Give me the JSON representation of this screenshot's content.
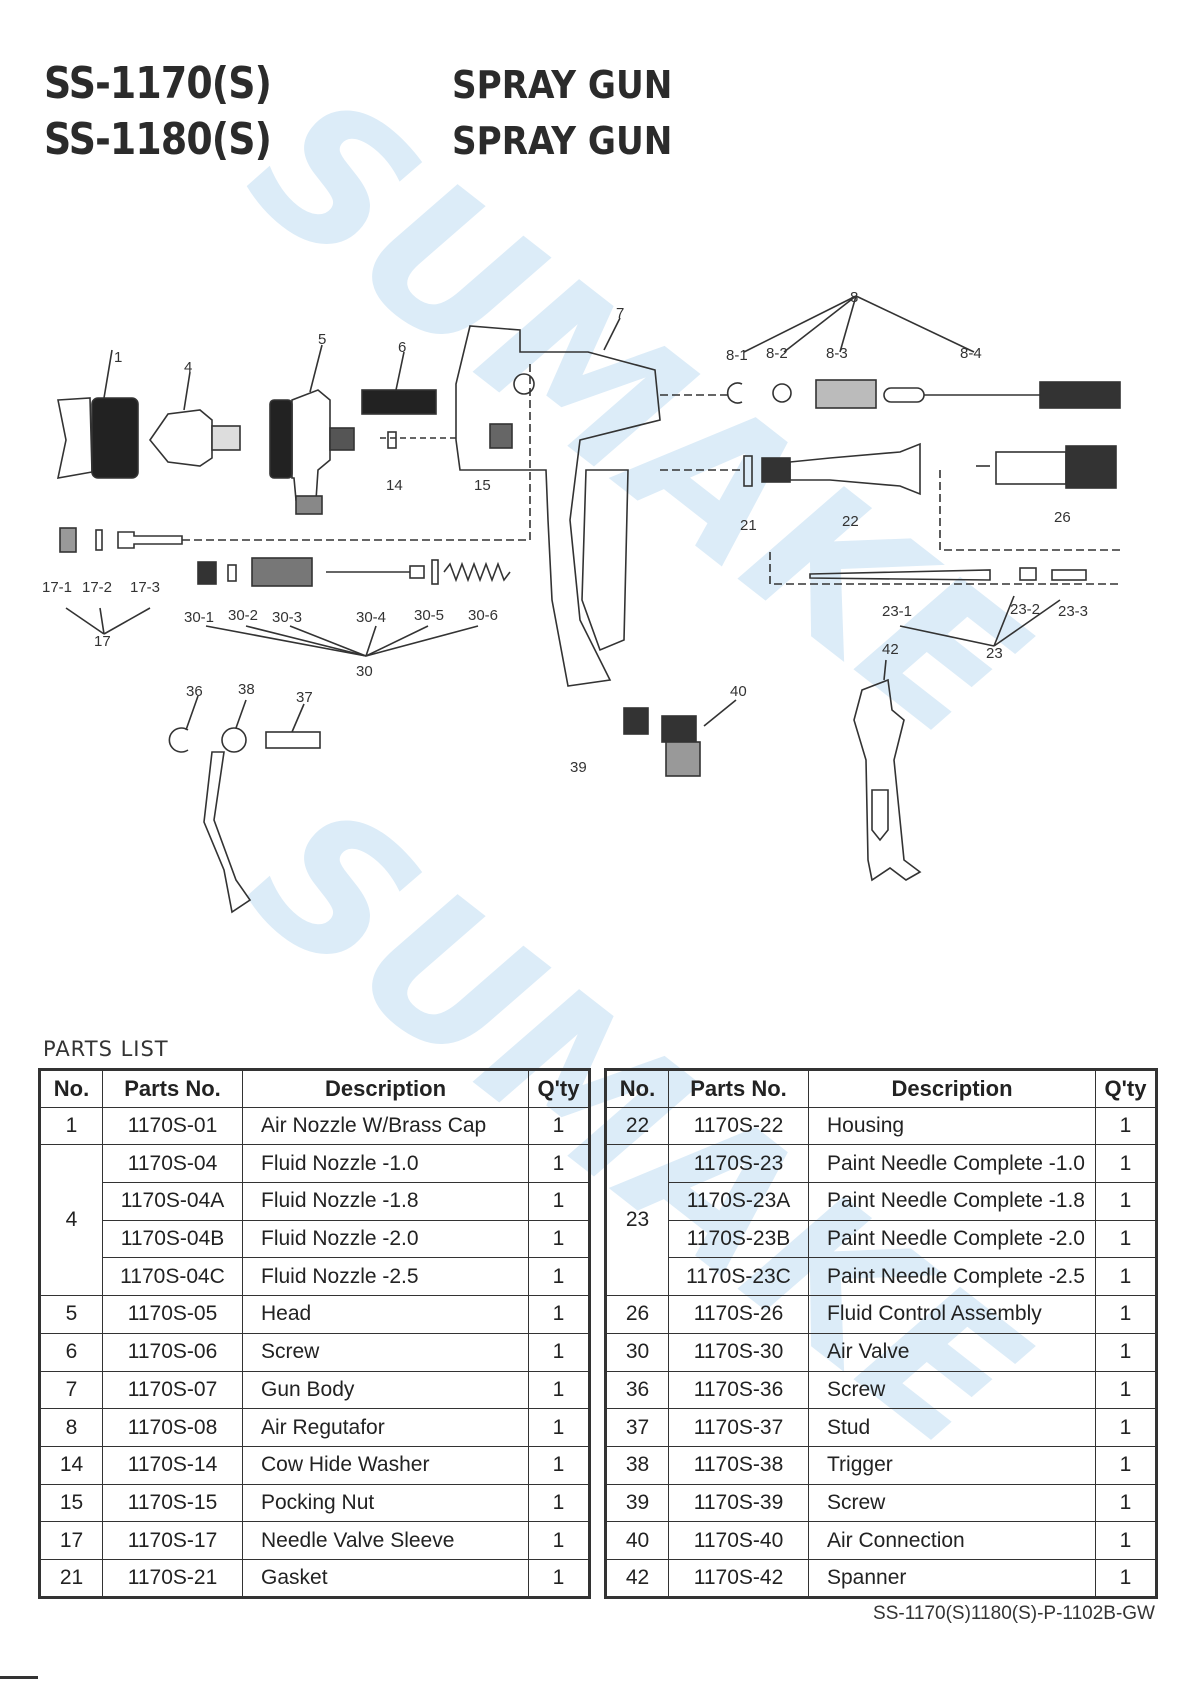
{
  "header": {
    "model_1": "SS-1170(S)",
    "model_2": "SS-1180(S)",
    "title_1": "SPRAY GUN",
    "title_2": "SPRAY GUN"
  },
  "watermark": {
    "text": "SUMAKE",
    "color": "#dcecf8"
  },
  "diagram": {
    "callouts": {
      "c1": "1",
      "c4": "4",
      "c5": "5",
      "c6": "6",
      "c7": "7",
      "c8": "8",
      "c8_1": "8-1",
      "c8_2": "8-2",
      "c8_3": "8-3",
      "c8_4": "8-4",
      "c14": "14",
      "c15": "15",
      "c21": "21",
      "c22": "22",
      "c26": "26",
      "c17_1": "17-1",
      "c17_2": "17-2",
      "c17_3": "17-3",
      "c17": "17",
      "c30_1": "30-1",
      "c30_2": "30-2",
      "c30_3": "30-3",
      "c30_4": "30-4",
      "c30_5": "30-5",
      "c30_6": "30-6",
      "c30": "30",
      "c23_1": "23-1",
      "c23_2": "23-2",
      "c23_3": "23-3",
      "c23": "23",
      "c42": "42",
      "c36": "36",
      "c38": "38",
      "c37": "37",
      "c39": "39",
      "c40": "40"
    }
  },
  "parts_list": {
    "heading": "PARTS LIST",
    "columns": [
      "No.",
      "Parts No.",
      "Description",
      "Q'ty"
    ],
    "left": [
      {
        "no": "1",
        "part": "1170S-01",
        "desc": "Air Nozzle W/Brass Cap",
        "qty": "1"
      },
      {
        "no": "4",
        "part": "1170S-04",
        "desc": "Fluid Nozzle -1.0",
        "qty": "1"
      },
      {
        "no": "",
        "part": "1170S-04A",
        "desc": "Fluid Nozzle -1.8",
        "qty": "1"
      },
      {
        "no": "",
        "part": "1170S-04B",
        "desc": "Fluid Nozzle -2.0",
        "qty": "1"
      },
      {
        "no": "",
        "part": "1170S-04C",
        "desc": "Fluid Nozzle -2.5",
        "qty": "1"
      },
      {
        "no": "5",
        "part": "1170S-05",
        "desc": "Head",
        "qty": "1"
      },
      {
        "no": "6",
        "part": "1170S-06",
        "desc": "Screw",
        "qty": "1"
      },
      {
        "no": "7",
        "part": "1170S-07",
        "desc": "Gun Body",
        "qty": "1"
      },
      {
        "no": "8",
        "part": "1170S-08",
        "desc": "Air Regutafor",
        "qty": "1"
      },
      {
        "no": "14",
        "part": "1170S-14",
        "desc": "Cow Hide Washer",
        "qty": "1"
      },
      {
        "no": "15",
        "part": "1170S-15",
        "desc": "Pocking Nut",
        "qty": "1"
      },
      {
        "no": "17",
        "part": "1170S-17",
        "desc": "Needle Valve Sleeve",
        "qty": "1"
      },
      {
        "no": "21",
        "part": "1170S-21",
        "desc": "Gasket",
        "qty": "1"
      }
    ],
    "right": [
      {
        "no": "22",
        "part": "1170S-22",
        "desc": "Housing",
        "qty": "1"
      },
      {
        "no": "23",
        "part": "1170S-23",
        "desc": "Paint Needle Complete -1.0",
        "qty": "1"
      },
      {
        "no": "",
        "part": "1170S-23A",
        "desc": "Paint Needle Complete -1.8",
        "qty": "1"
      },
      {
        "no": "",
        "part": "1170S-23B",
        "desc": "Paint Needle Complete -2.0",
        "qty": "1"
      },
      {
        "no": "",
        "part": "1170S-23C",
        "desc": "Paint Needle Complete -2.5",
        "qty": "1"
      },
      {
        "no": "26",
        "part": "1170S-26",
        "desc": "Fluid Control Assembly",
        "qty": "1"
      },
      {
        "no": "30",
        "part": "1170S-30",
        "desc": "Air Valve",
        "qty": "1"
      },
      {
        "no": "36",
        "part": "1170S-36",
        "desc": "Screw",
        "qty": "1"
      },
      {
        "no": "37",
        "part": "1170S-37",
        "desc": "Stud",
        "qty": "1"
      },
      {
        "no": "38",
        "part": "1170S-38",
        "desc": "Trigger",
        "qty": "1"
      },
      {
        "no": "39",
        "part": "1170S-39",
        "desc": "Screw",
        "qty": "1"
      },
      {
        "no": "40",
        "part": "1170S-40",
        "desc": "Air Connection",
        "qty": "1"
      },
      {
        "no": "42",
        "part": "1170S-42",
        "desc": "Spanner",
        "qty": "1"
      }
    ]
  },
  "footer": {
    "doc_code": "SS-1170(S)1180(S)-P-1102B-GW"
  }
}
